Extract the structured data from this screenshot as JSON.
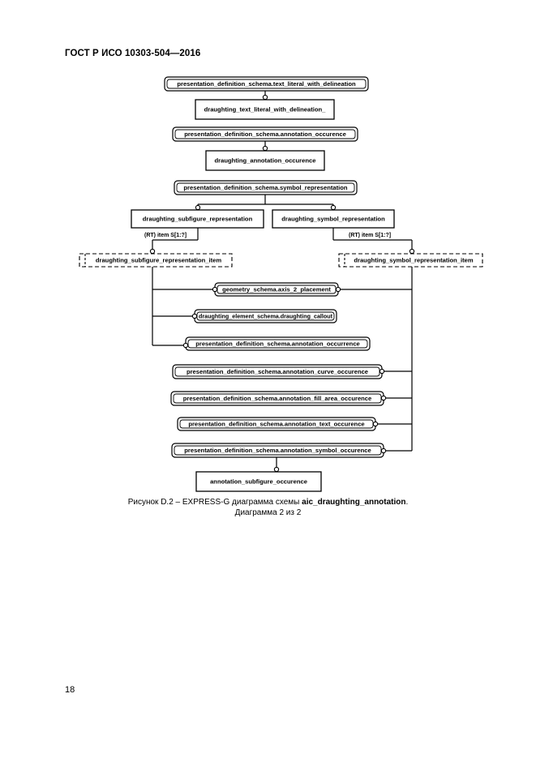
{
  "header": {
    "title": "ГОСТ Р ИСО 10303-504—2016"
  },
  "diagram": {
    "entities": [
      {
        "id": "e1",
        "label": "presentation_definition_schema.text_literal_with_delineation",
        "style": "reference"
      },
      {
        "id": "e2",
        "label": "draughting_text_literal_with_delineation_",
        "style": "entity"
      },
      {
        "id": "e3",
        "label": "presentation_definition_schema.annotation_occurence",
        "style": "reference"
      },
      {
        "id": "e4",
        "label": "draughting_annotation_occurence",
        "style": "entity"
      },
      {
        "id": "e5",
        "label": "presentation_definition_schema.symbol_representation",
        "style": "reference"
      },
      {
        "id": "e6",
        "label": "draughting_subfigure_representation",
        "style": "entity"
      },
      {
        "id": "e7",
        "label": "draughting_symbol_representation",
        "style": "entity"
      },
      {
        "id": "e8",
        "label": "draughting_subfigure_representation_item",
        "style": "select"
      },
      {
        "id": "e9",
        "label": "draughting_symbol_representation_item",
        "style": "select"
      },
      {
        "id": "e10",
        "label": "geometry_schema.axis_2_placement",
        "style": "reference"
      },
      {
        "id": "e11",
        "label": "draughting_element_schema.draughting_callout",
        "style": "reference"
      },
      {
        "id": "e12",
        "label": "presentation_definition_schema.annotation_occurrence",
        "style": "reference"
      },
      {
        "id": "e13",
        "label": "presentation_definition_schema.annotation_curve_occurence",
        "style": "reference"
      },
      {
        "id": "e14",
        "label": "presentation_definition_schema.annotation_fill_area_occurence",
        "style": "reference"
      },
      {
        "id": "e15",
        "label": "presentation_definition_schema.annotation_text_occurence",
        "style": "reference"
      },
      {
        "id": "e16",
        "label": "presentation_definition_schema.annotation_symbol_occurence",
        "style": "reference"
      },
      {
        "id": "e17",
        "label": "annotation_subfigure_occurence",
        "style": "entity"
      }
    ],
    "relationships": [
      {
        "id": "r1",
        "label": "(RT) item S[1:?]"
      },
      {
        "id": "r2",
        "label": "(RT) item S[1:?]"
      }
    ]
  },
  "caption": {
    "line1_prefix": "Рисунок D.2 –  EXPRESS-G диаграмма схемы ",
    "line1_bold": "aic_draughting_annotation",
    "line1_suffix": ".",
    "line2": "Диаграмма 2 из 2"
  },
  "footer": {
    "page_number": "18"
  }
}
